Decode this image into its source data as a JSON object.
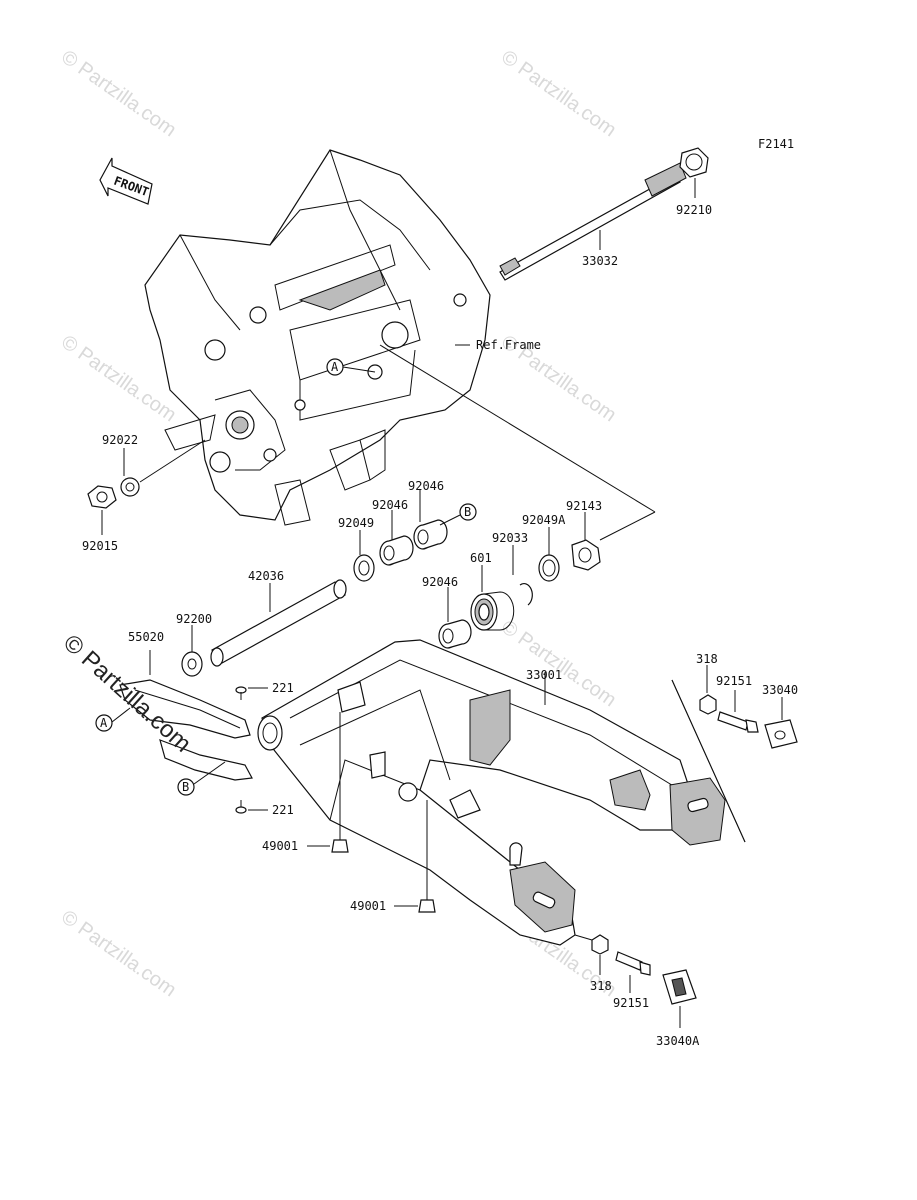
{
  "diagram_code": "F2141",
  "front_label": "FRONT",
  "ref_frame_label": "Ref.Frame",
  "callouts": {
    "a": "A",
    "b": "B"
  },
  "parts": [
    {
      "id": "p92210",
      "number": "92210"
    },
    {
      "id": "p33032",
      "number": "33032"
    },
    {
      "id": "p92022",
      "number": "92022"
    },
    {
      "id": "p92015",
      "number": "92015"
    },
    {
      "id": "p92046a",
      "number": "92046"
    },
    {
      "id": "p92046b",
      "number": "92046"
    },
    {
      "id": "p92049",
      "number": "92049"
    },
    {
      "id": "p92049A",
      "number": "92049A"
    },
    {
      "id": "p92143",
      "number": "92143"
    },
    {
      "id": "p92033",
      "number": "92033"
    },
    {
      "id": "p601",
      "number": "601"
    },
    {
      "id": "p92046c",
      "number": "92046"
    },
    {
      "id": "p42036",
      "number": "42036"
    },
    {
      "id": "p92200",
      "number": "92200"
    },
    {
      "id": "p55020",
      "number": "55020"
    },
    {
      "id": "p221a",
      "number": "221"
    },
    {
      "id": "p221b",
      "number": "221"
    },
    {
      "id": "p33001",
      "number": "33001"
    },
    {
      "id": "p318a",
      "number": "318"
    },
    {
      "id": "p92151a",
      "number": "92151"
    },
    {
      "id": "p33040",
      "number": "33040"
    },
    {
      "id": "p49001a",
      "number": "49001"
    },
    {
      "id": "p49001b",
      "number": "49001"
    },
    {
      "id": "p318b",
      "number": "318"
    },
    {
      "id": "p92151b",
      "number": "92151"
    },
    {
      "id": "p33040A",
      "number": "33040A"
    }
  ],
  "watermark": "© Partzilla.com"
}
